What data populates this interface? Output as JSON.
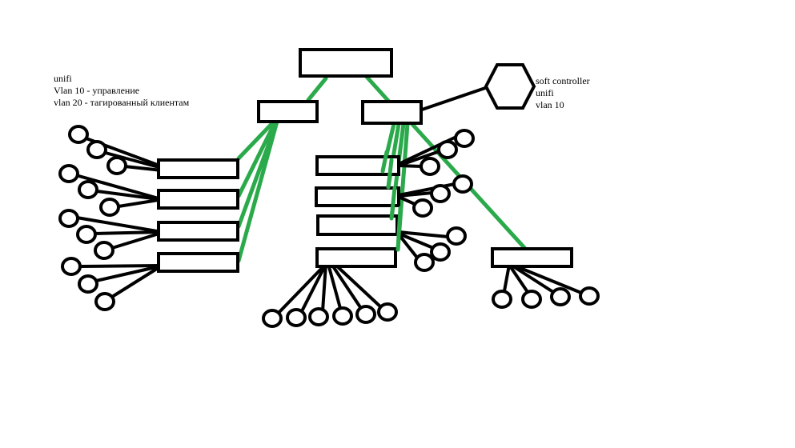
{
  "notes": {
    "left": {
      "line1": "unifi",
      "line2": "Vlan 10 - управление",
      "line3": "vlan 20 - тагированный клиентам"
    },
    "right": {
      "line1": "soft controller",
      "line2": "unifi",
      "line3": "vlan 10"
    }
  },
  "colors": {
    "ink": "#000000",
    "link": "#2aaa4a",
    "background": "#ffffff"
  }
}
